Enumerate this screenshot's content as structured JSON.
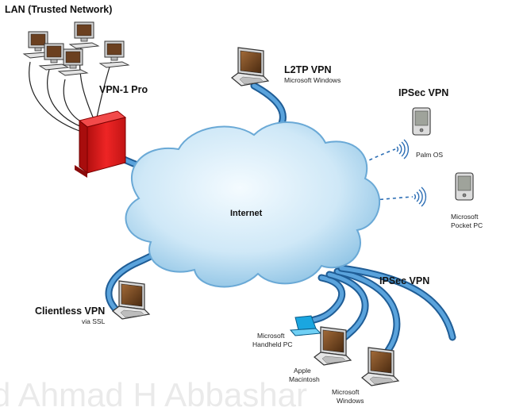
{
  "colors": {
    "cable": "#3b86c6",
    "cable_dark": "#1f5d96",
    "cloud": "#c9e5f6",
    "firewall": "#e01b1b",
    "laptop_screen": "#7b4a22",
    "wireless": "#2b6db4"
  },
  "labels": {
    "lan": "LAN (Trusted Network)",
    "vpn1": "VPN-1 Pro",
    "internet": "Internet",
    "l2tp_title": "L2TP VPN",
    "l2tp_sub": "Microsoft Windows",
    "ipsec_wireless_title": "IPSec VPN",
    "palm": "Palm OS",
    "pocket_line1": "Microsoft",
    "pocket_line2": "Pocket PC",
    "ipsec_wired_title": "IPSec VPN",
    "clientless_title": "Clientless VPN",
    "clientless_sub": "via SSL",
    "handheld_line1": "Microsoft",
    "handheld_line2": "Handheld PC",
    "mac_line1": "Apple",
    "mac_line2": "Macintosh",
    "windows_line1": "Microsoft",
    "windows_line2": "Windows"
  },
  "watermark": "d Ahmad H Abbashar",
  "icons": {
    "cloud": "cloud-icon",
    "firewall": "firewall-icon",
    "laptop": "laptop-icon",
    "pda": "pda-icon",
    "desktop": "desktop-computer-icon",
    "wireless": "wireless-signal-icon"
  }
}
